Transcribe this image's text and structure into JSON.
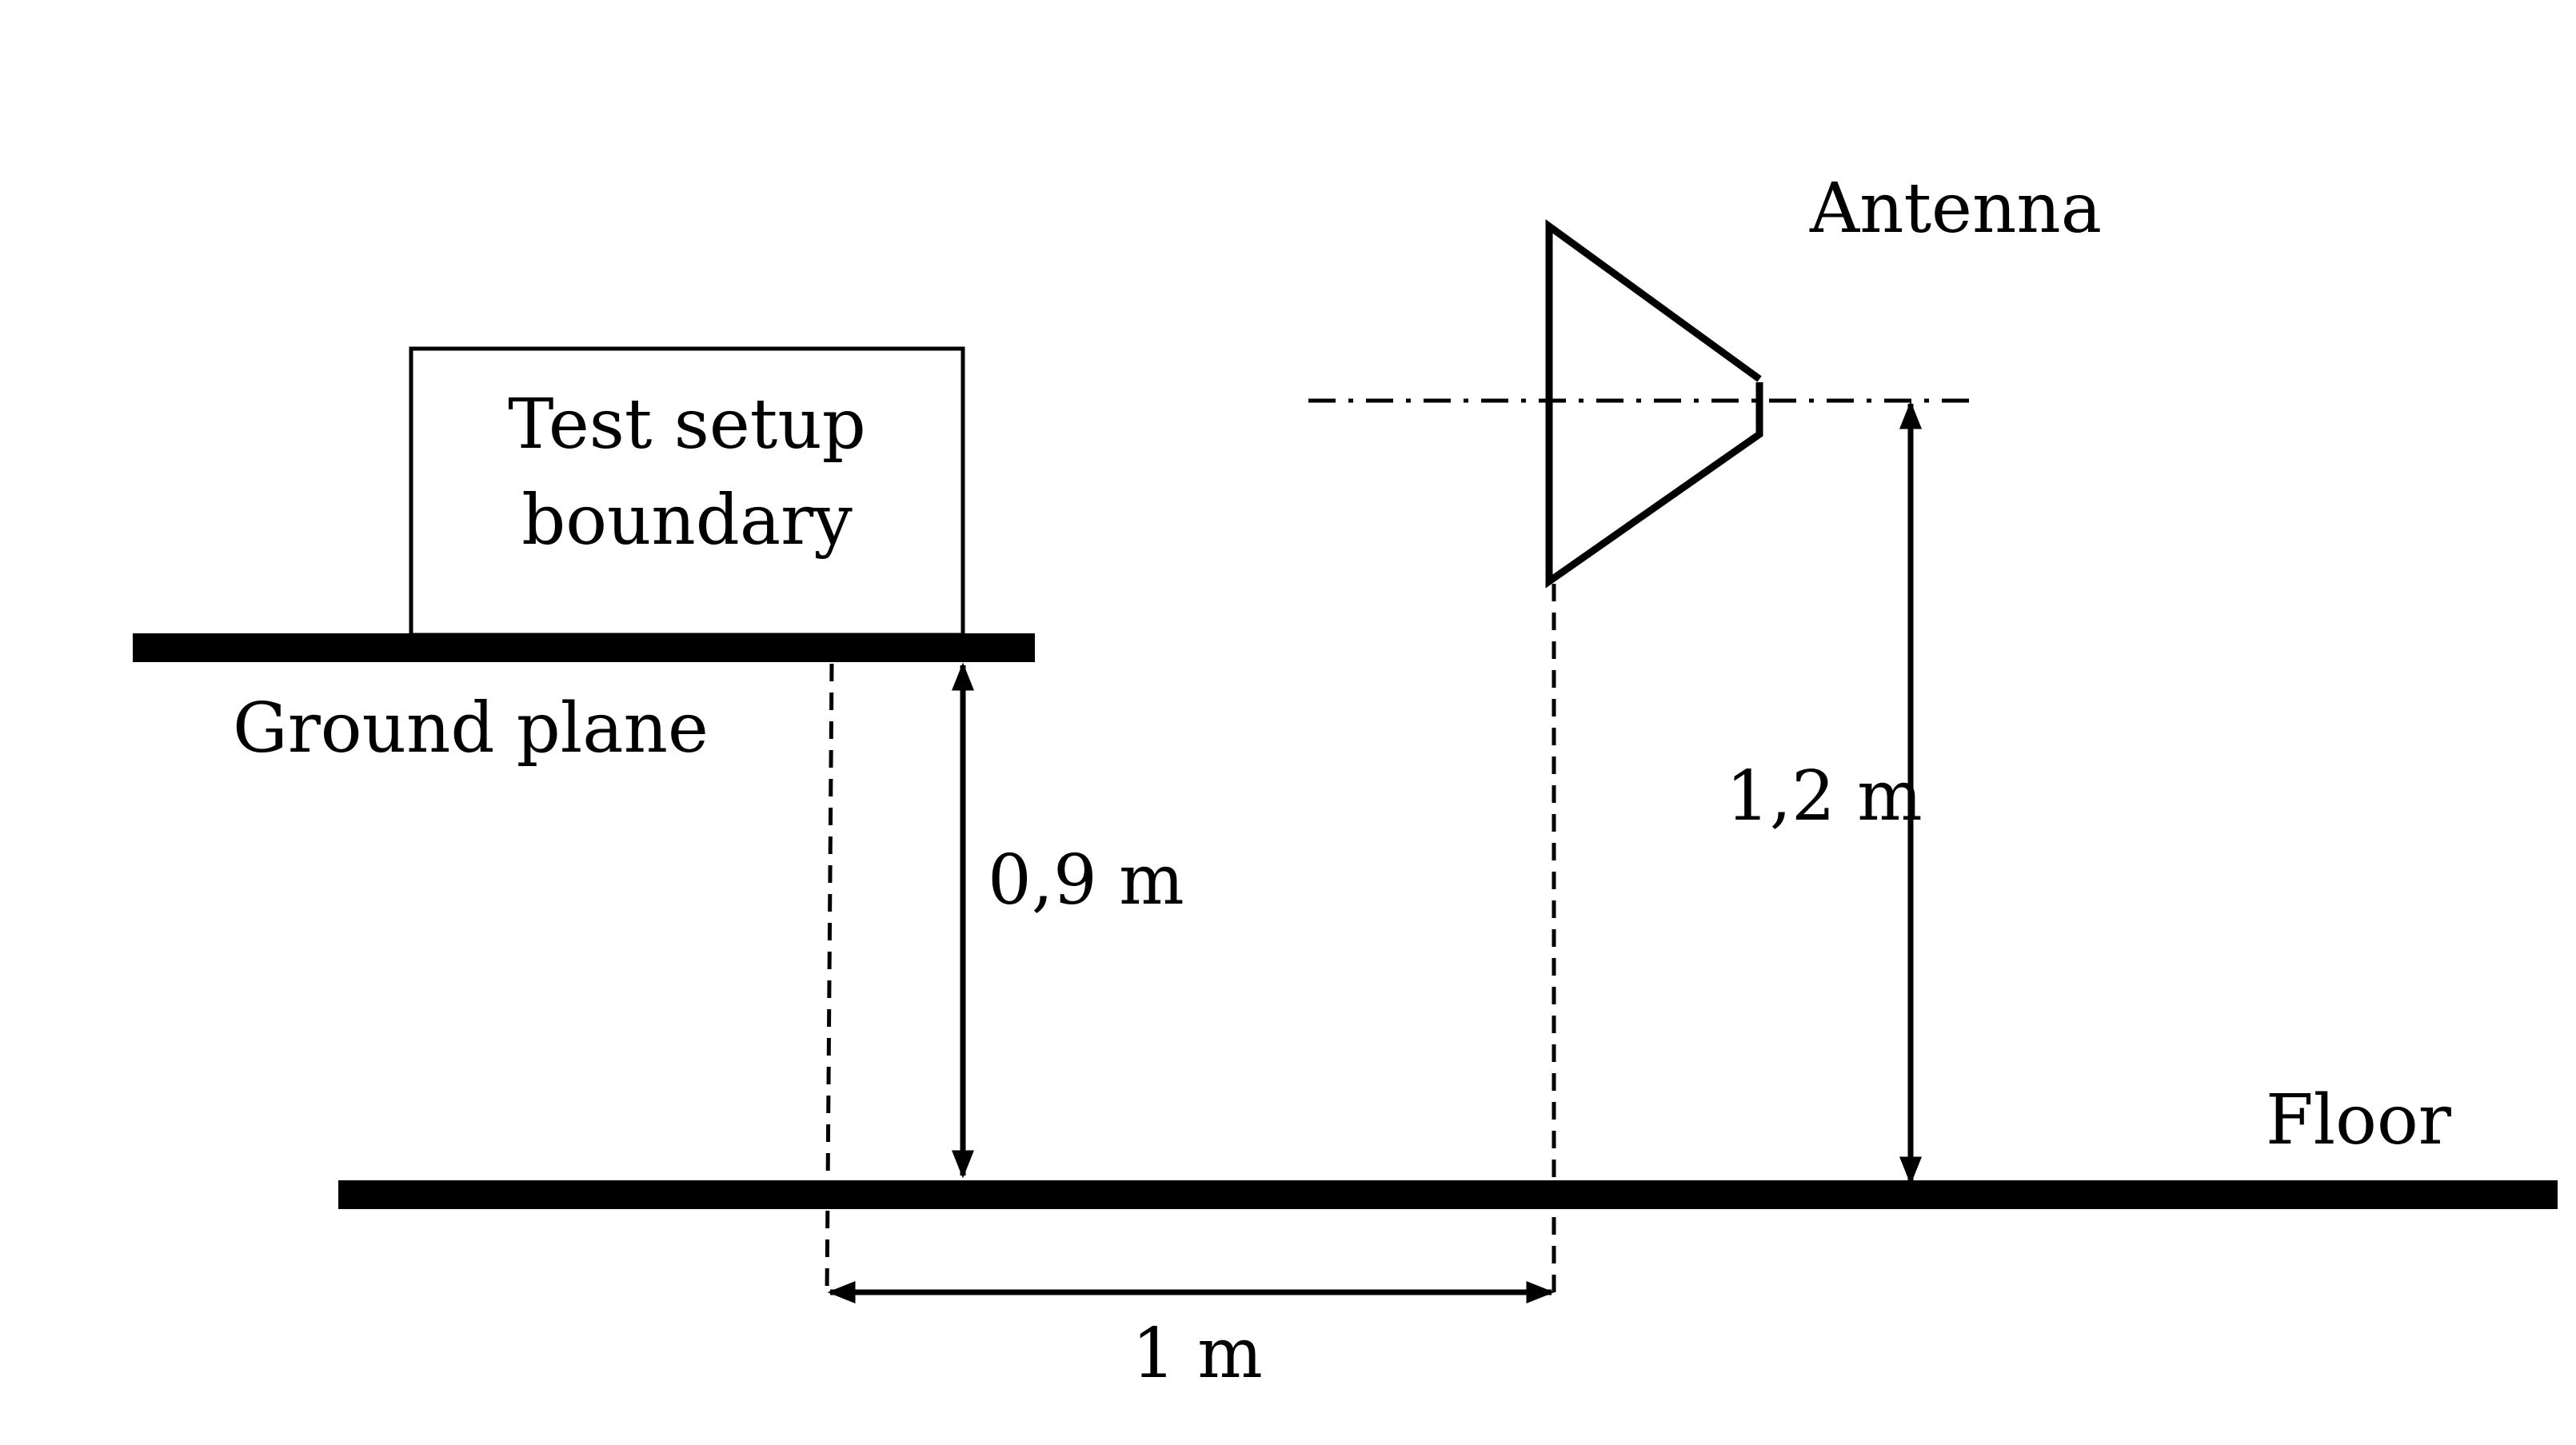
{
  "labels": {
    "test_setup_line1": "Test setup",
    "test_setup_line2": "boundary",
    "ground_plane": "Ground plane",
    "antenna": "Antenna",
    "floor": "Floor",
    "height_ground_plane": "0,9 m",
    "height_antenna": "1,2 m",
    "distance": "1 m"
  },
  "colors": {
    "stroke": "#000000",
    "background": "#ffffff"
  }
}
